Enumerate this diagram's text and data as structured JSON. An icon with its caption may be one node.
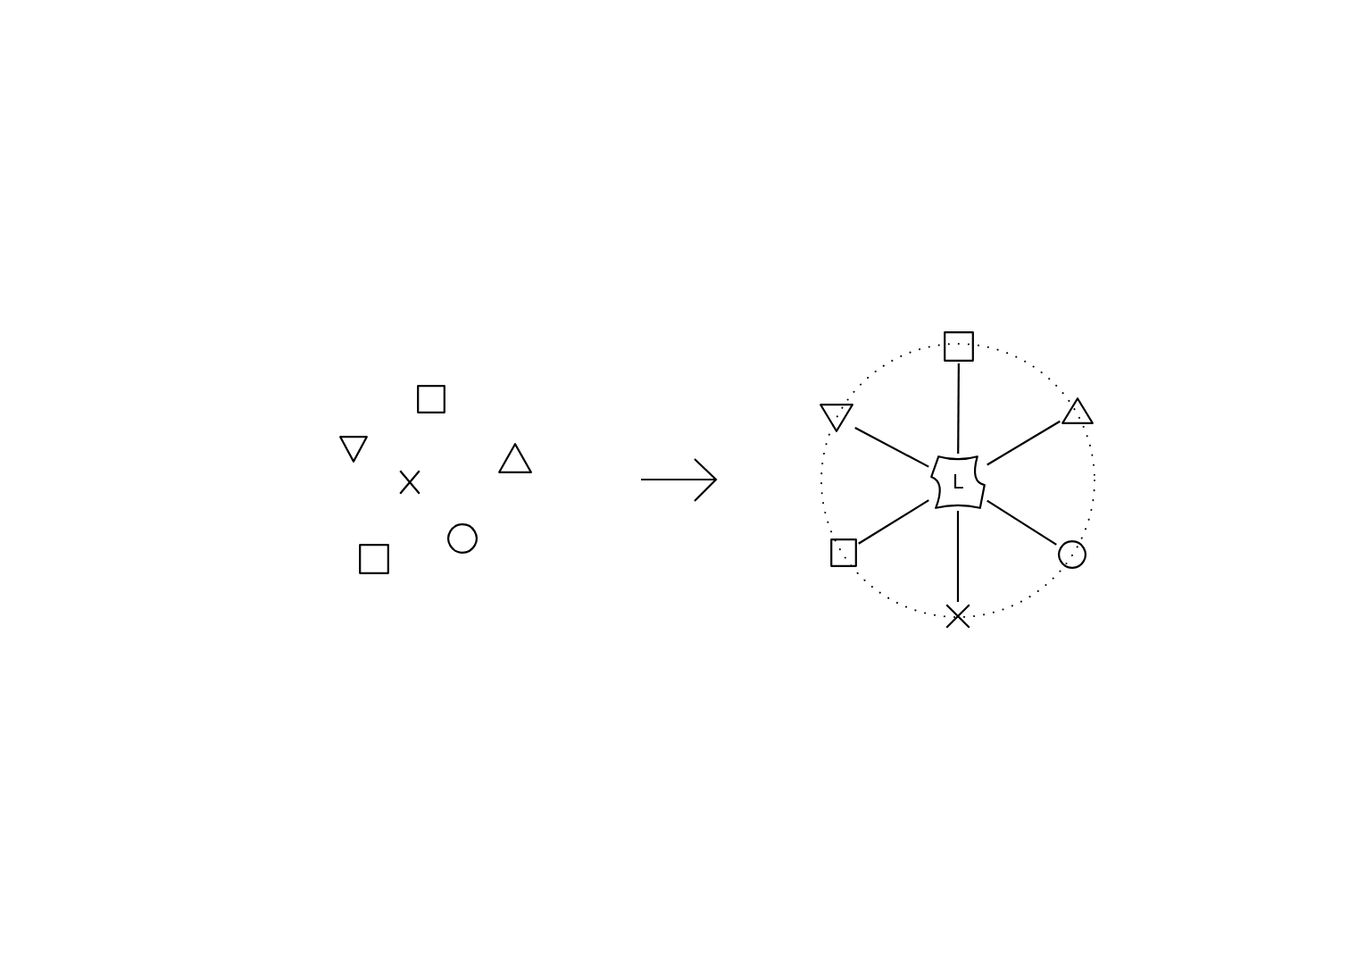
{
  "diagram": {
    "nodes": [
      {
        "text": [],
        "shape": "box"
      },
      {
        "text": [],
        "shape": "triangle"
      },
      {
        "text": [],
        "shape": "triangle"
      },
      {
        "text": [],
        "shape": "cross"
      },
      {
        "text": [],
        "shape": "circle"
      },
      {
        "text": [],
        "shape": "box"
      },
      {
        "text": [],
        "shape": "box"
      },
      {
        "text": [],
        "shape": "triangle"
      },
      {
        "text": [],
        "shape": "triangle"
      },
      {
        "text": [
          "L"
        ]
      },
      {
        "text": [],
        "shape": "box"
      },
      {
        "text": [],
        "shape": "circle"
      },
      {
        "text": [],
        "shape": "cross"
      }
    ],
    "edges": [
      {
        "from": 9,
        "to": 6,
        "arrow": "none"
      },
      {
        "from": 9,
        "to": 7,
        "arrow": "none"
      },
      {
        "from": 9,
        "to": 8,
        "arrow": "none"
      },
      {
        "from": 9,
        "to": 10,
        "arrow": "none"
      },
      {
        "from": 9,
        "to": 11,
        "arrow": "none"
      },
      {
        "from": 9,
        "to": 12,
        "arrow": "none"
      }
    ]
  }
}
